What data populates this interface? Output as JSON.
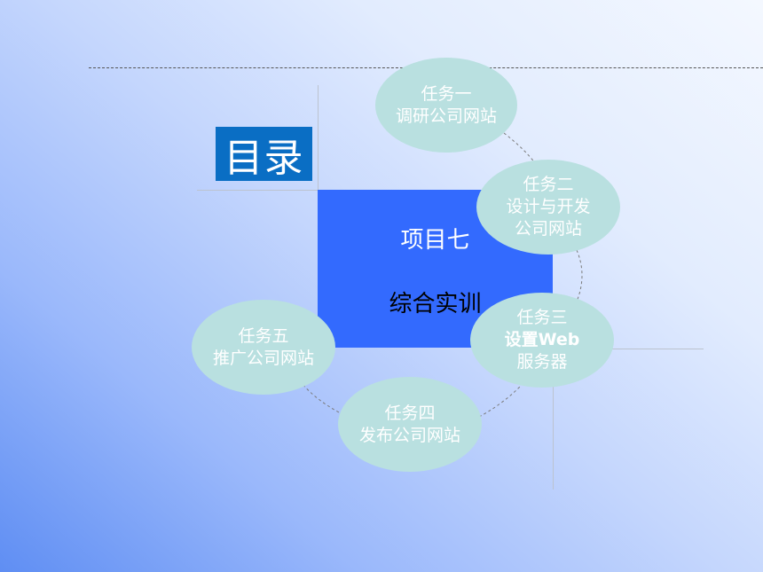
{
  "title": "目录",
  "project": {
    "line1": "项目七",
    "line2": "综合实训"
  },
  "tasks": [
    {
      "label": "任务一",
      "desc": [
        "调研公司网站"
      ]
    },
    {
      "label": "任务二",
      "desc": [
        "设计与开发",
        "公司网站"
      ]
    },
    {
      "label": "任务三",
      "desc": [
        "设置Web",
        "服务器"
      ]
    },
    {
      "label": "任务四",
      "desc": [
        "发布公司网站"
      ]
    },
    {
      "label": "任务五",
      "desc": [
        "推广公司网站"
      ]
    }
  ],
  "colors": {
    "title_box": "#0a6ec4",
    "center_box": "#336afe",
    "task_fill": "#b9e0e0"
  }
}
